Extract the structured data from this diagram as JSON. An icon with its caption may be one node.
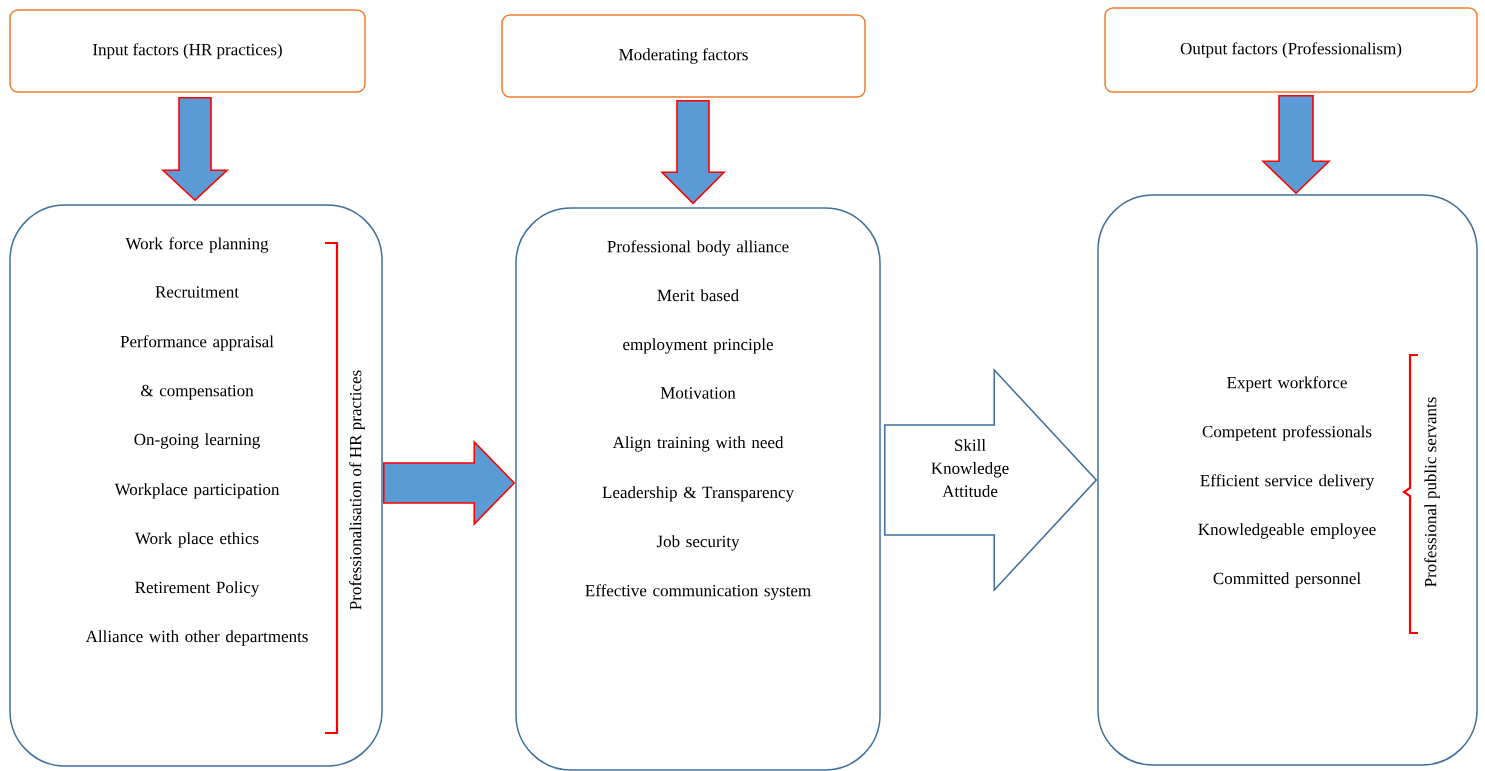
{
  "diagram": {
    "nodes": [
      {
        "text": [
          "Input factors (HR practices)"
        ]
      },
      {
        "text": [
          "Moderating factors"
        ]
      },
      {
        "text": [
          "Output factors (Professionalism)"
        ]
      },
      {
        "text": [
          "Work force planning",
          "Recruitment",
          "Performance appraisal & compensation",
          "On-going learning",
          "Workplace participation",
          "Work place ethics",
          "Retirement Policy",
          "Alliance with other departments",
          "Professionalisation of HR practices"
        ]
      },
      {
        "text": [
          "Professional body alliance",
          "Merit based employment principle",
          "Motivation",
          "Align training with need",
          "Leadership & Transparency",
          "Job security",
          "Effective communication system"
        ]
      },
      {
        "text": [
          "Expert workforce",
          "Competent professionals",
          "Efficient service delivery",
          "Knowledgeable employee",
          "Committed personnel",
          "Professional public servants"
        ]
      }
    ],
    "edges": [
      {
        "from": 0,
        "to": 3,
        "arrow": "to"
      },
      {
        "from": 1,
        "to": 4,
        "arrow": "to"
      },
      {
        "from": 2,
        "to": 5,
        "arrow": "to"
      },
      {
        "from": 3,
        "to": 4,
        "arrow": "to"
      },
      {
        "from": 4,
        "to": 5,
        "arrow": "to",
        "label": "Skill Knowledge Attitude",
        "color": "#41719c"
      }
    ]
  }
}
